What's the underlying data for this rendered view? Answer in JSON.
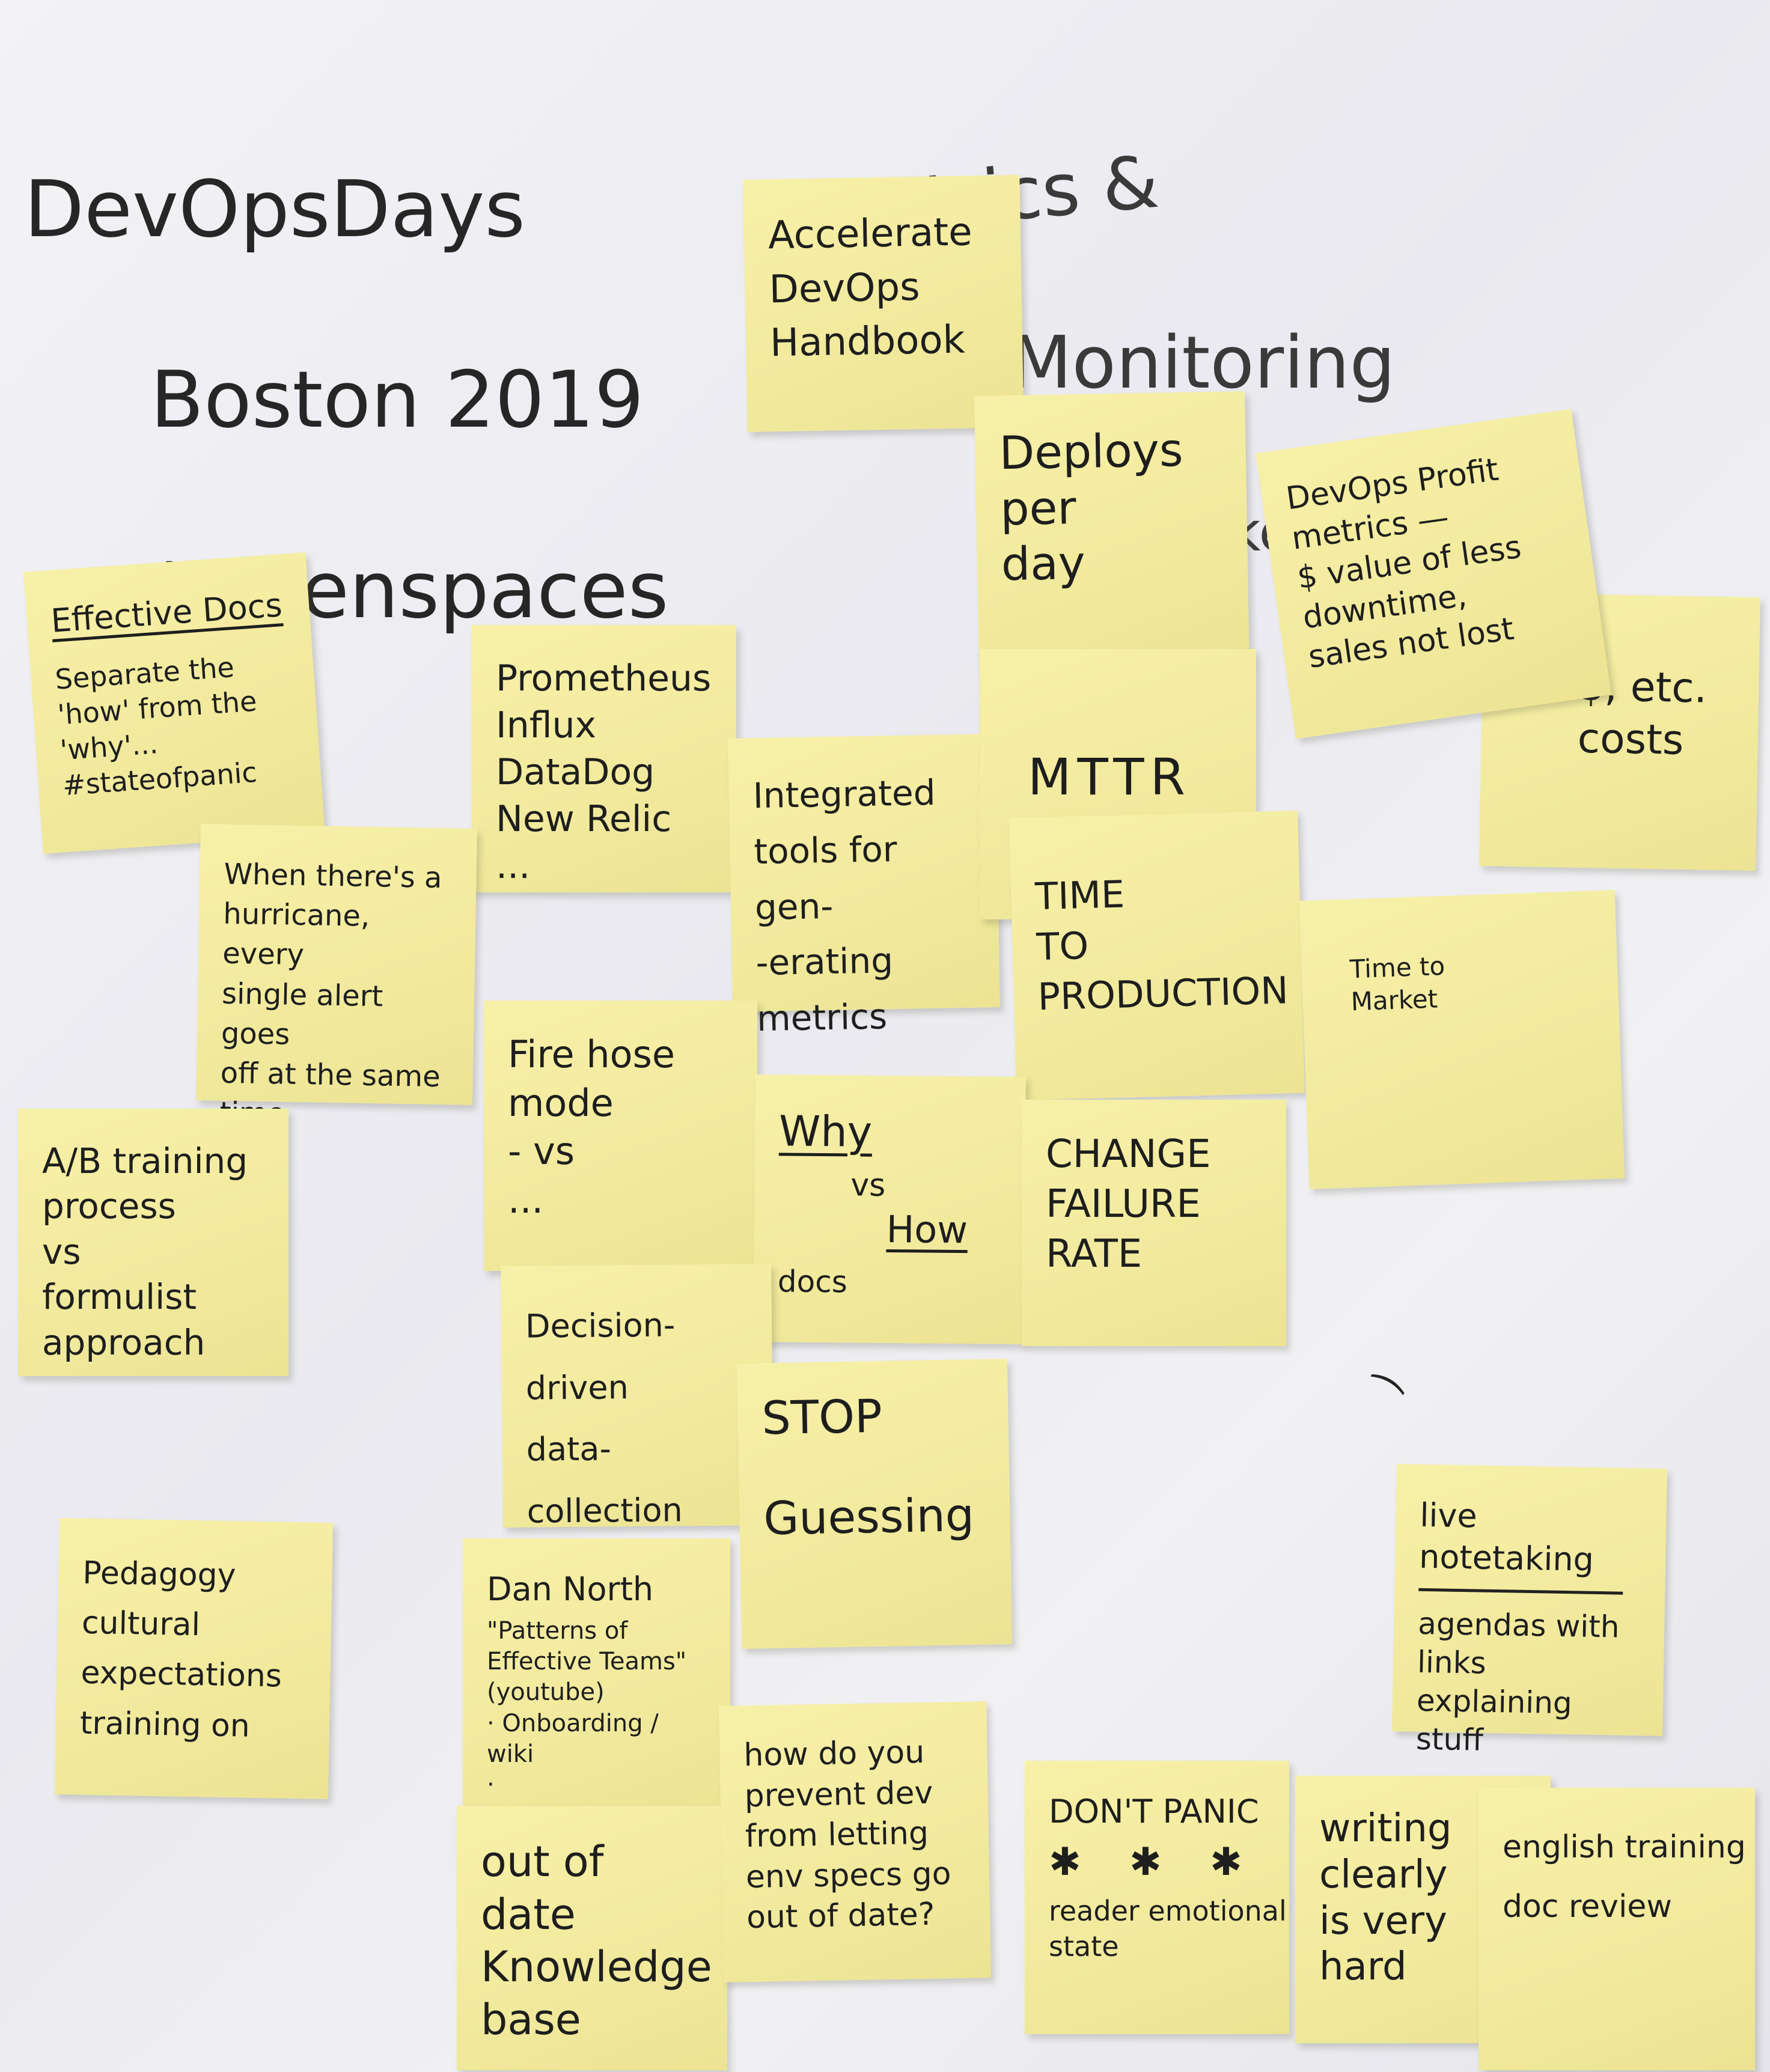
{
  "header": {
    "event_lines": [
      "DevOpsDays",
      "Boston 2019",
      "#openspaces"
    ],
    "topic_lines": [
      "Metrics &",
      "Monitoring",
      "(take 2)"
    ]
  },
  "notes": {
    "accelerate": "Accelerate\nDevOps\nHandbook",
    "deploys": "Deploys\nper\nday",
    "profit": "DevOps Profit\nmetrics —\n$ value of less\ndowntime,\nsales not lost",
    "costs": "$, etc.\ncosts",
    "effective_docs_title": "Effective Docs",
    "effective_docs_body": "Separate the\n'how' from the\n'why'...\n#stateofpanic",
    "prometheus": "Prometheus\nInflux\nDataDog\nNew Relic\n...",
    "integrated": "Integrated\ntools for gen-\n-erating metrics",
    "mttr": "MTTR",
    "time_to_production": "TIME\nTO\nPRODUCTION",
    "time_to_market": "Time to\nMarket",
    "hurricane": "When there's a\nhurricane, every\nsingle alert goes\noff at the same\ntime",
    "ab_training": "A/B training\nprocess\nvs\nformulist\napproach",
    "firehose": "Fire hose\nmode\n- vs\n...",
    "why": "Why",
    "why_vs": "vs",
    "how": "How",
    "docs": "docs",
    "change_failure": "CHANGE\nFAILURE\nRATE",
    "decision_driven": "Decision-driven\ndata-collection",
    "stop_guessing": "STOP\n\nGuessing",
    "live_notes_title": "live notetaking",
    "live_notes_body": "agendas with\nlinks explaining\nstuff",
    "pedagogy": "Pedagogy\ncultural expectations\ntraining on",
    "dan_north_title": "Dan North",
    "dan_north_body": "\"Patterns of\nEffective Teams\"\n(youtube)\n· Onboarding / wiki\n·",
    "out_of_date": "out of\ndate\nKnowledge base",
    "prevent_dev": "how do you\nprevent dev\nfrom letting\nenv specs go\nout of date?",
    "dont_panic_title": "DON'T PANIC",
    "dont_panic_glyphs": "✱ ✱ ✱",
    "dont_panic_body": "reader emotional\nstate",
    "writing_clearly": "writing\nclearly\nis very\nhard",
    "english_training": "english training\ndoc review"
  }
}
